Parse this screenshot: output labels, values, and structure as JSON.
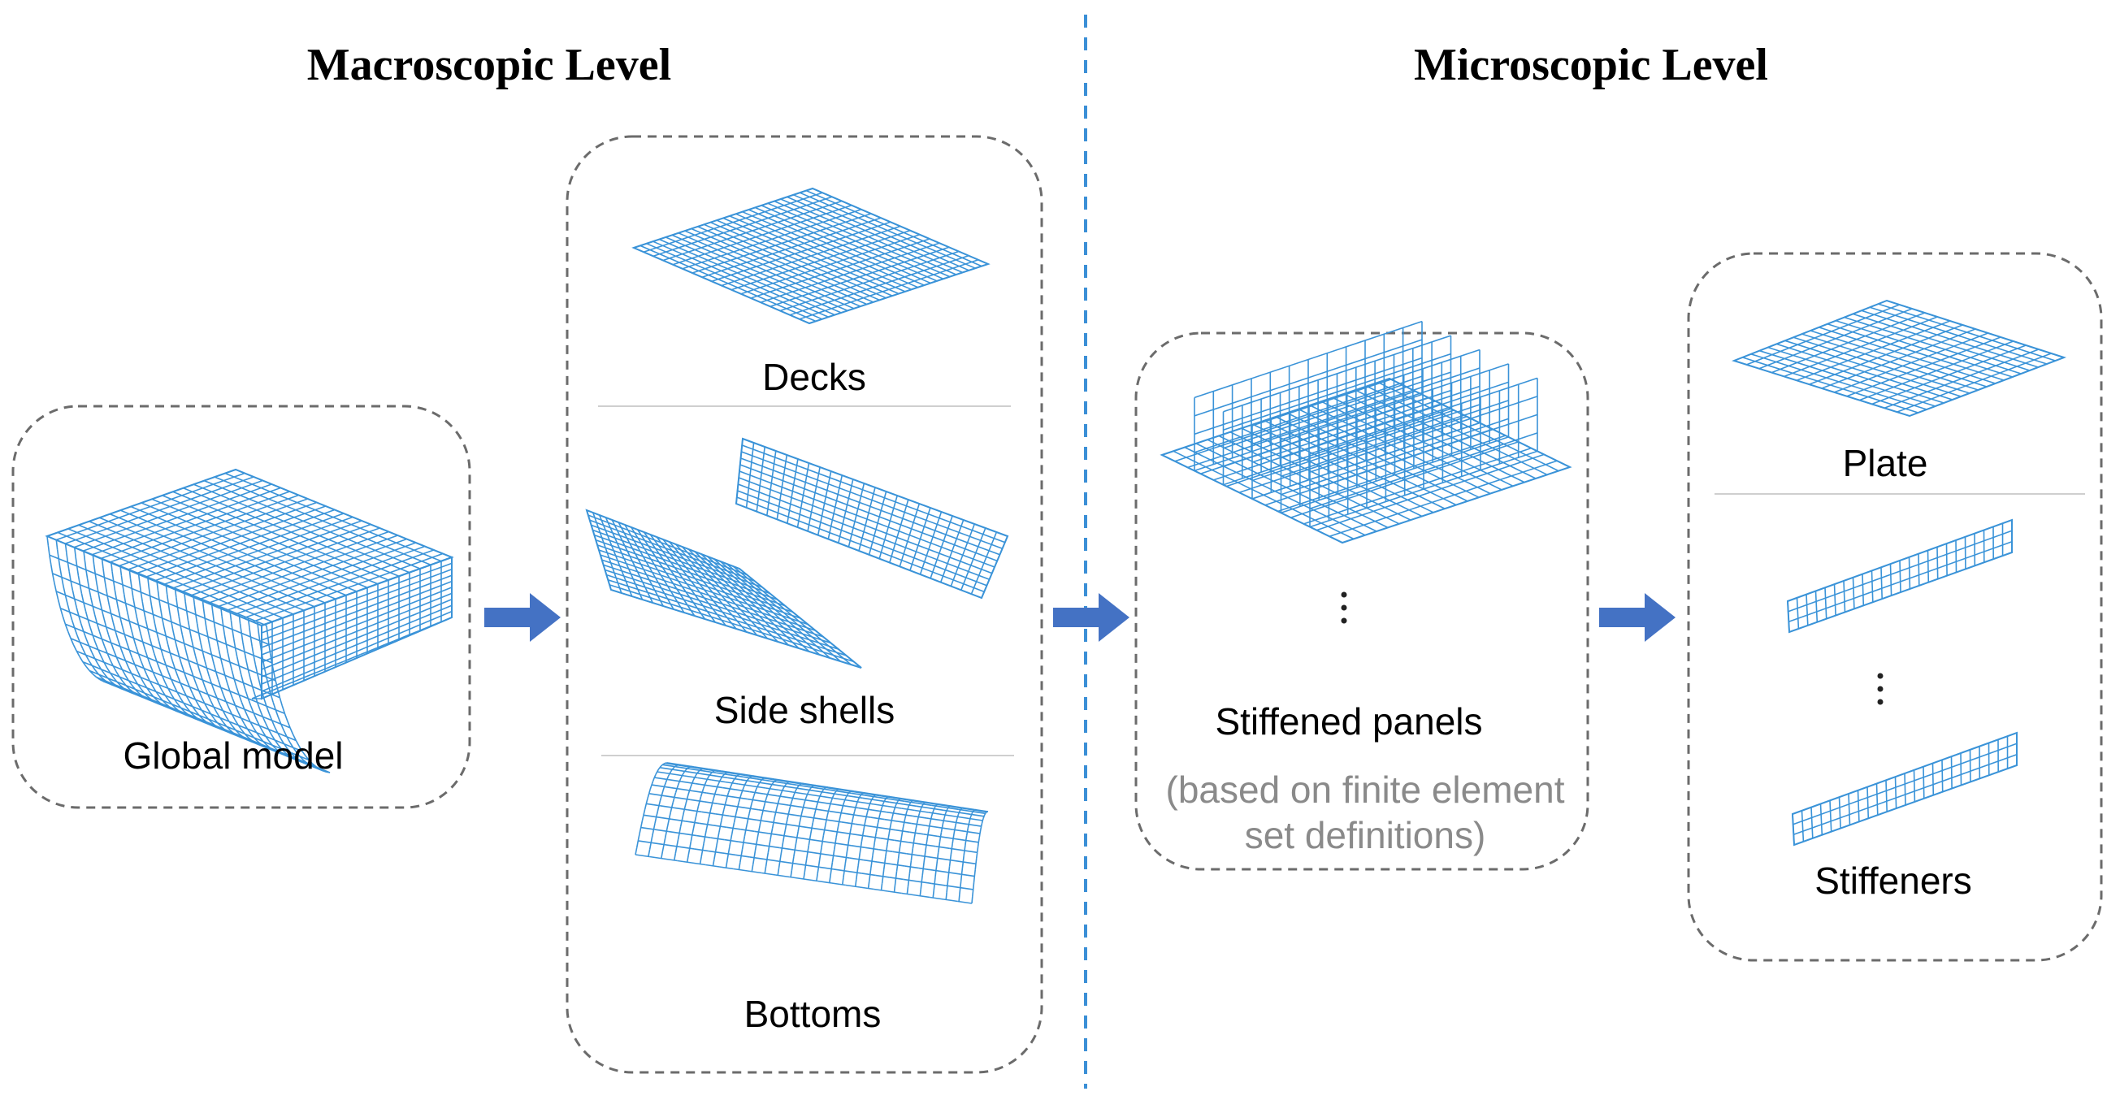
{
  "headings": {
    "macroscopic": "Macroscopic Level",
    "microscopic": "Microscopic Level"
  },
  "labels": {
    "global_model": "Global model",
    "decks": "Decks",
    "side_shells": "Side shells",
    "bottoms": "Bottoms",
    "stiffened_panels": "Stiffened panels",
    "based_on_line1": "(based on finite element",
    "based_on_line2": "set definitions)",
    "plate": "Plate",
    "stiffeners": "Stiffeners"
  },
  "colors": {
    "mesh": "#3a93d8",
    "arrow": "#4472c4",
    "divider": "#3b8fd6",
    "box_border": "#6b6b6b",
    "note_text": "#8a8a8a"
  },
  "icons": {
    "flow_arrow": "right-arrow",
    "continuation": "vertical-ellipsis"
  }
}
